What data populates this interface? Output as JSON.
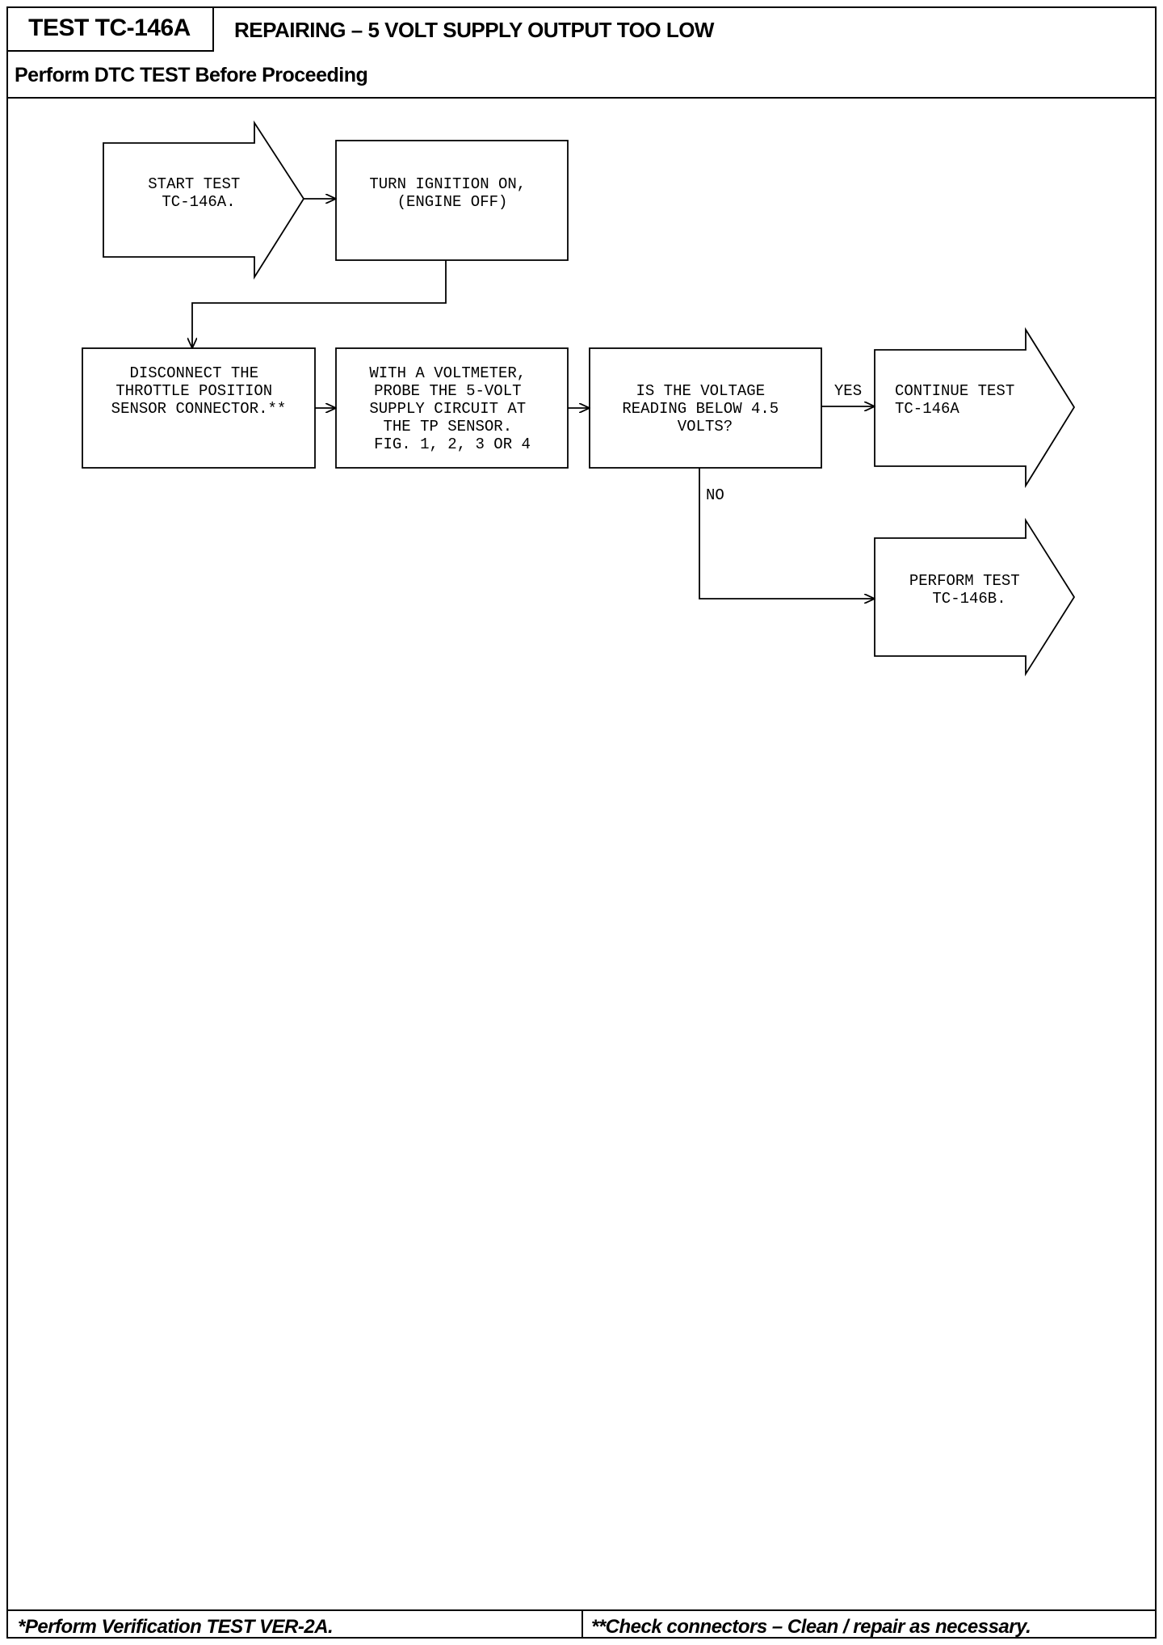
{
  "header": {
    "test_id": "TEST TC-146A",
    "title": "REPAIRING – 5 VOLT SUPPLY OUTPUT TOO LOW",
    "subheader": "Perform DTC TEST Before Proceeding"
  },
  "flowchart": {
    "nodes": [
      {
        "id": "start",
        "shape": "arrow",
        "lines": [
          "START TEST",
          "TC-146A."
        ]
      },
      {
        "id": "ignition",
        "shape": "box",
        "lines": [
          "TURN IGNITION ON,",
          "(ENGINE OFF)"
        ]
      },
      {
        "id": "disconnect",
        "shape": "box",
        "lines": [
          "DISCONNECT THE",
          "THROTTLE POSITION",
          "SENSOR CONNECTOR.**"
        ]
      },
      {
        "id": "voltmeter",
        "shape": "box",
        "lines": [
          "WITH A VOLTMETER,",
          "PROBE THE 5-VOLT",
          "SUPPLY CIRCUIT AT",
          "THE TP SENSOR.",
          "FIG. 1, 2, 3 OR 4"
        ]
      },
      {
        "id": "question",
        "shape": "box",
        "lines": [
          "IS THE VOLTAGE",
          "READING BELOW 4.5",
          "VOLTS?"
        ]
      },
      {
        "id": "continue",
        "shape": "arrow",
        "lines": [
          "CONTINUE TEST",
          "TC-146A"
        ]
      },
      {
        "id": "perform_b",
        "shape": "arrow",
        "lines": [
          "PERFORM TEST",
          "TC-146B."
        ]
      }
    ],
    "edges": [
      {
        "from": "start",
        "to": "ignition",
        "label": ""
      },
      {
        "from": "ignition",
        "to": "disconnect",
        "label": ""
      },
      {
        "from": "disconnect",
        "to": "voltmeter",
        "label": ""
      },
      {
        "from": "voltmeter",
        "to": "question",
        "label": ""
      },
      {
        "from": "question",
        "to": "continue",
        "label": "YES"
      },
      {
        "from": "question",
        "to": "perform_b",
        "label": "NO"
      }
    ]
  },
  "footer": {
    "left": "*Perform Verification TEST VER-2A.",
    "right": "**Check connectors – Clean / repair as necessary."
  }
}
